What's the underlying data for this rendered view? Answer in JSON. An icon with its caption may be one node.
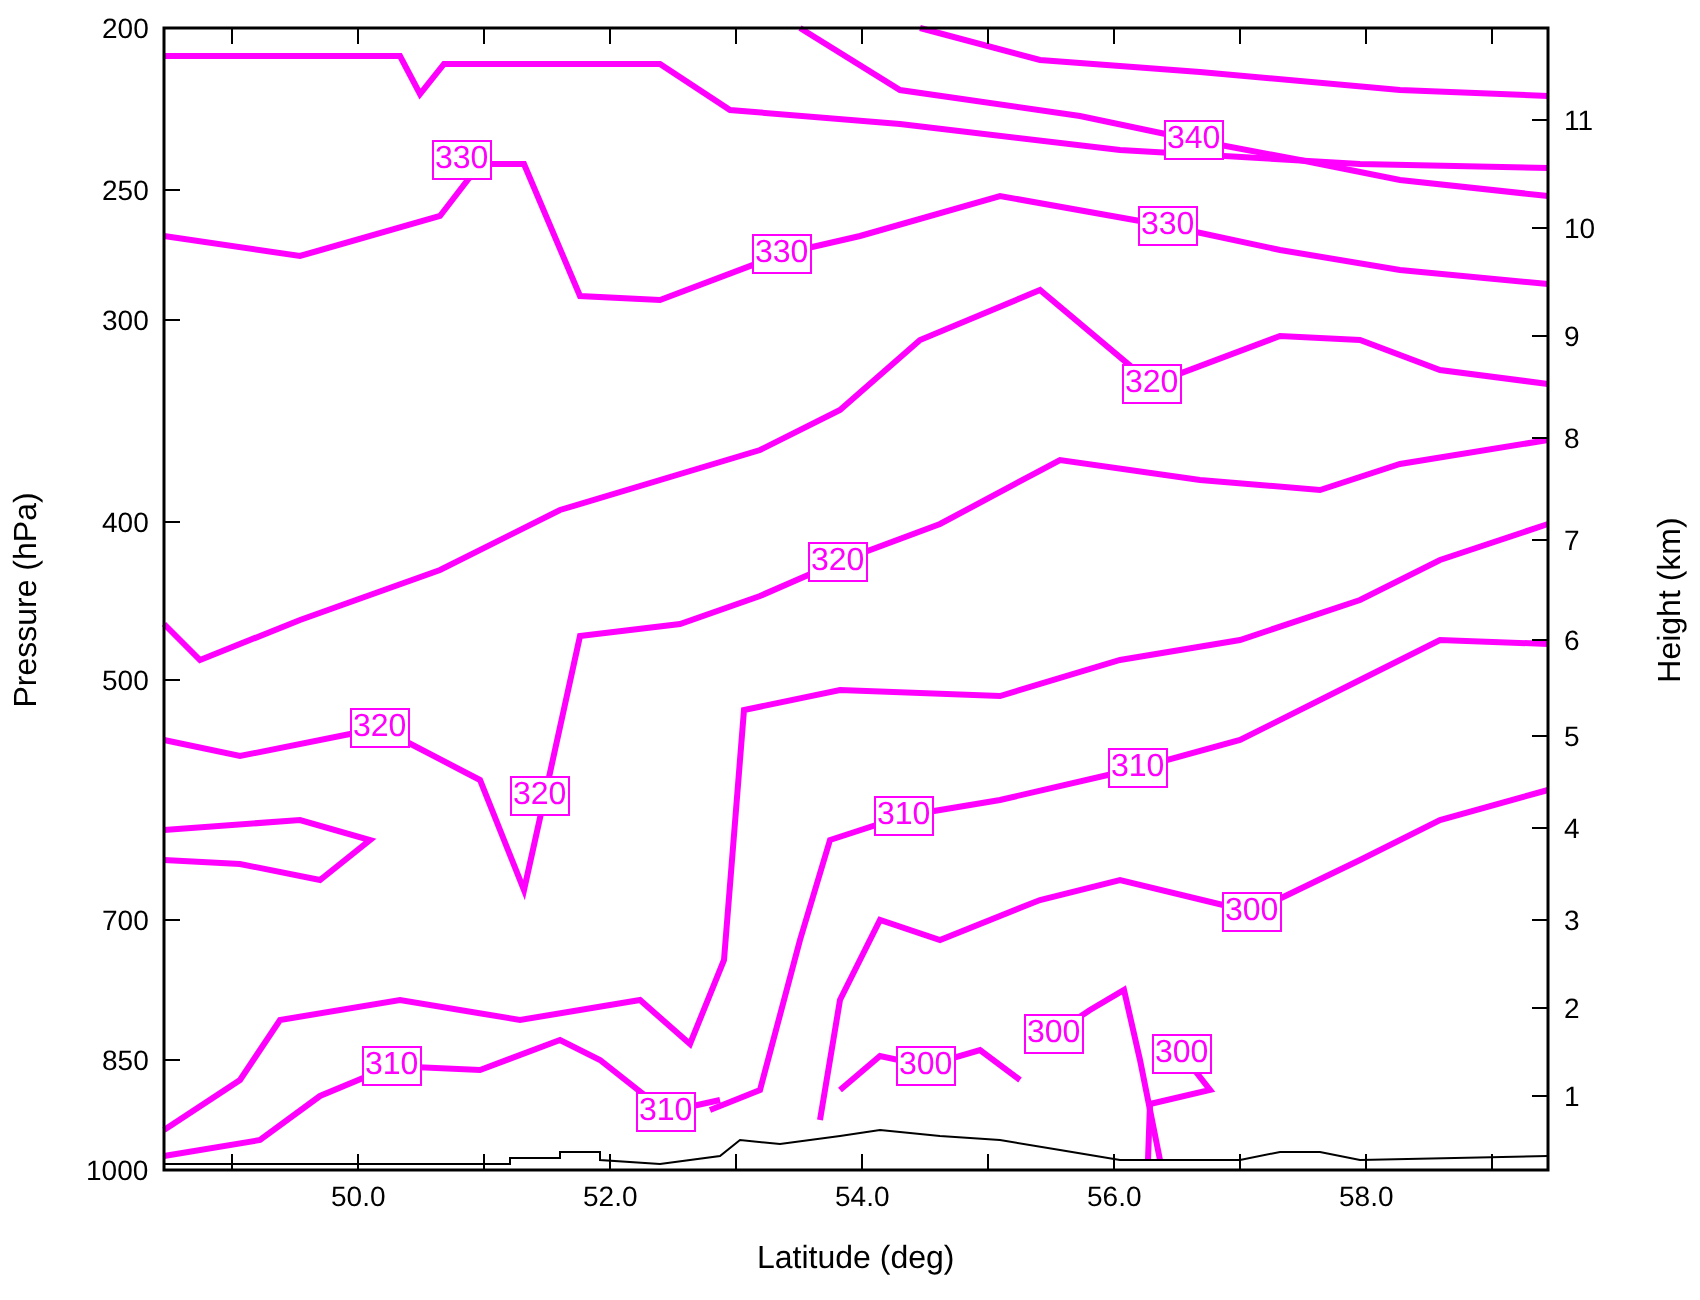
{
  "diagram": {
    "labels": [
      "200",
      "250",
      "300",
      "400",
      "500",
      "700",
      "850",
      "1000",
      "11",
      "10",
      "9",
      "8",
      "7",
      "6",
      "5",
      "4",
      "3",
      "2",
      "1",
      "340",
      "330",
      "330",
      "330",
      "320",
      "320",
      "320",
      "310",
      "320",
      "310",
      "300",
      "300",
      "300",
      "310",
      "300",
      "310",
      "50.0",
      "52.0",
      "54.0",
      "56.0",
      "58.0",
      "Pressure (hPa)",
      "Height (km)",
      "Latitude (deg)"
    ]
  }
}
